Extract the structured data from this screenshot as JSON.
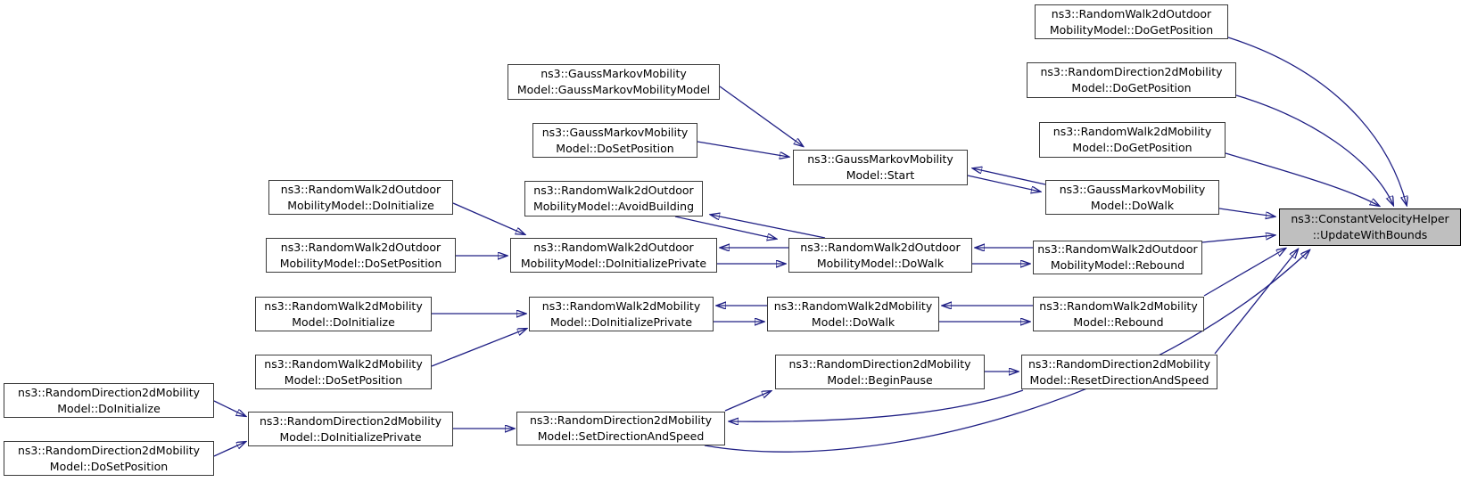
{
  "diagram": {
    "kind": "doxygen-caller-graph",
    "target_function": "ns3::ConstantVelocityHelper::UpdateWithBounds",
    "colors": {
      "edge": "#202085",
      "node_fill": "#ffffff",
      "node_border": "#3a3a3a",
      "target_fill": "#bfbfbf",
      "background": "#ffffff",
      "text": "#000000"
    }
  },
  "nodes": [
    {
      "id": "gm-ctor",
      "lines": [
        "ns3::GaussMarkovMobility",
        "Model::GaussMarkovMobilityModel"
      ]
    },
    {
      "id": "gm-dosetpos",
      "lines": [
        "ns3::GaussMarkovMobility",
        "Model::DoSetPosition"
      ]
    },
    {
      "id": "gm-start",
      "lines": [
        "ns3::GaussMarkovMobility",
        "Model::Start"
      ]
    },
    {
      "id": "gm-dowalk",
      "lines": [
        "ns3::GaussMarkovMobility",
        "Model::DoWalk"
      ]
    },
    {
      "id": "rw2do-doinit",
      "lines": [
        "ns3::RandomWalk2dOutdoor",
        "MobilityModel::DoInitialize"
      ]
    },
    {
      "id": "rw2do-avoid",
      "lines": [
        "ns3::RandomWalk2dOutdoor",
        "MobilityModel::AvoidBuilding"
      ]
    },
    {
      "id": "rw2do-dosetpos",
      "lines": [
        "ns3::RandomWalk2dOutdoor",
        "MobilityModel::DoSetPosition"
      ]
    },
    {
      "id": "rw2do-doinitpriv",
      "lines": [
        "ns3::RandomWalk2dOutdoor",
        "MobilityModel::DoInitializePrivate"
      ]
    },
    {
      "id": "rw2do-dowalk",
      "lines": [
        "ns3::RandomWalk2dOutdoor",
        "MobilityModel::DoWalk"
      ]
    },
    {
      "id": "rw2do-rebound",
      "lines": [
        "ns3::RandomWalk2dOutdoor",
        "MobilityModel::Rebound"
      ]
    },
    {
      "id": "rw2do-dogetpos",
      "lines": [
        "ns3::RandomWalk2dOutdoor",
        "MobilityModel::DoGetPosition"
      ]
    },
    {
      "id": "rd2d-dogetpos",
      "lines": [
        "ns3::RandomDirection2dMobility",
        "Model::DoGetPosition"
      ]
    },
    {
      "id": "rw2d-dogetpos",
      "lines": [
        "ns3::RandomWalk2dMobility",
        "Model::DoGetPosition"
      ]
    },
    {
      "id": "target",
      "lines": [
        "ns3::ConstantVelocityHelper",
        "::UpdateWithBounds"
      ]
    },
    {
      "id": "rw2d-doinit",
      "lines": [
        "ns3::RandomWalk2dMobility",
        "Model::DoInitialize"
      ]
    },
    {
      "id": "rw2d-doinitpriv",
      "lines": [
        "ns3::RandomWalk2dMobility",
        "Model::DoInitializePrivate"
      ]
    },
    {
      "id": "rw2d-dowalk",
      "lines": [
        "ns3::RandomWalk2dMobility",
        "Model::DoWalk"
      ]
    },
    {
      "id": "rw2d-rebound",
      "lines": [
        "ns3::RandomWalk2dMobility",
        "Model::Rebound"
      ]
    },
    {
      "id": "rw2d-dosetpos",
      "lines": [
        "ns3::RandomWalk2dMobility",
        "Model::DoSetPosition"
      ]
    },
    {
      "id": "rd2d-beginpause",
      "lines": [
        "ns3::RandomDirection2dMobility",
        "Model::BeginPause"
      ]
    },
    {
      "id": "rd2d-resetdir",
      "lines": [
        "ns3::RandomDirection2dMobility",
        "Model::ResetDirectionAndSpeed"
      ]
    },
    {
      "id": "rd2d-doinit",
      "lines": [
        "ns3::RandomDirection2dMobility",
        "Model::DoInitialize"
      ]
    },
    {
      "id": "rd2d-doinitpriv",
      "lines": [
        "ns3::RandomDirection2dMobility",
        "Model::DoInitializePrivate"
      ]
    },
    {
      "id": "rd2d-setdir",
      "lines": [
        "ns3::RandomDirection2dMobility",
        "Model::SetDirectionAndSpeed"
      ]
    },
    {
      "id": "rd2d-dosetpos",
      "lines": [
        "ns3::RandomDirection2dMobility",
        "Model::DoSetPosition"
      ]
    }
  ],
  "edges": [
    {
      "from": "gm-ctor",
      "to": "gm-start"
    },
    {
      "from": "gm-dosetpos",
      "to": "gm-start"
    },
    {
      "from": "gm-start",
      "to": "gm-dowalk"
    },
    {
      "from": "gm-dowalk",
      "to": "gm-start"
    },
    {
      "from": "gm-dowalk",
      "to": "target"
    },
    {
      "from": "rw2do-dogetpos",
      "to": "target"
    },
    {
      "from": "rd2d-dogetpos",
      "to": "target"
    },
    {
      "from": "rw2d-dogetpos",
      "to": "target"
    },
    {
      "from": "rw2do-doinit",
      "to": "rw2do-doinitpriv"
    },
    {
      "from": "rw2do-dosetpos",
      "to": "rw2do-doinitpriv"
    },
    {
      "from": "rw2do-doinitpriv",
      "to": "rw2do-dowalk"
    },
    {
      "from": "rw2do-dowalk",
      "to": "rw2do-doinitpriv"
    },
    {
      "from": "rw2do-dowalk",
      "to": "rw2do-avoid"
    },
    {
      "from": "rw2do-avoid",
      "to": "rw2do-dowalk"
    },
    {
      "from": "rw2do-dowalk",
      "to": "rw2do-rebound"
    },
    {
      "from": "rw2do-rebound",
      "to": "rw2do-dowalk"
    },
    {
      "from": "rw2do-rebound",
      "to": "target"
    },
    {
      "from": "rw2d-doinit",
      "to": "rw2d-doinitpriv"
    },
    {
      "from": "rw2d-dosetpos",
      "to": "rw2d-doinitpriv"
    },
    {
      "from": "rw2d-doinitpriv",
      "to": "rw2d-dowalk"
    },
    {
      "from": "rw2d-dowalk",
      "to": "rw2d-doinitpriv"
    },
    {
      "from": "rw2d-dowalk",
      "to": "rw2d-rebound"
    },
    {
      "from": "rw2d-rebound",
      "to": "rw2d-dowalk"
    },
    {
      "from": "rw2d-rebound",
      "to": "target"
    },
    {
      "from": "rd2d-doinit",
      "to": "rd2d-doinitpriv"
    },
    {
      "from": "rd2d-dosetpos",
      "to": "rd2d-doinitpriv"
    },
    {
      "from": "rd2d-doinitpriv",
      "to": "rd2d-setdir"
    },
    {
      "from": "rd2d-setdir",
      "to": "rd2d-beginpause"
    },
    {
      "from": "rd2d-beginpause",
      "to": "rd2d-resetdir"
    },
    {
      "from": "rd2d-resetdir",
      "to": "rd2d-setdir"
    },
    {
      "from": "rd2d-resetdir",
      "to": "target"
    },
    {
      "from": "rd2d-setdir",
      "to": "target"
    }
  ]
}
